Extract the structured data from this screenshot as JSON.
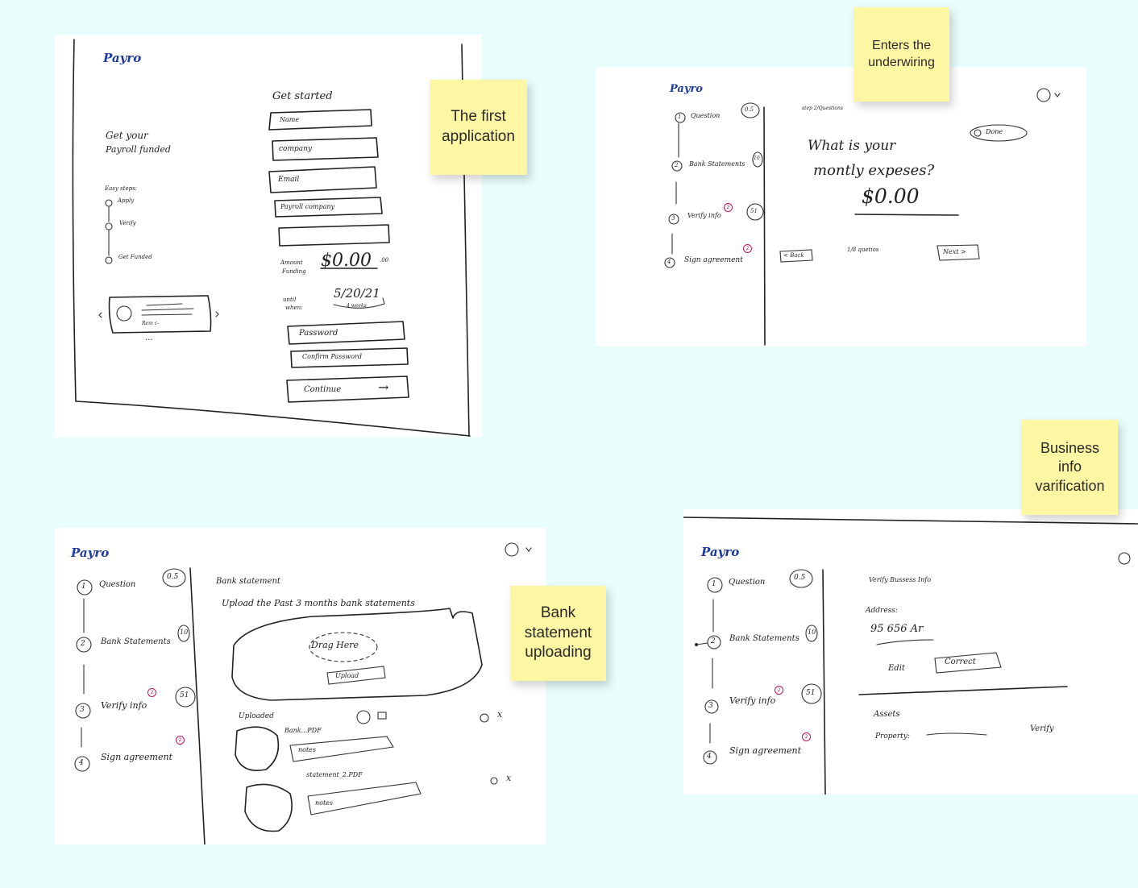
{
  "notes": {
    "first_application": "The first application",
    "underwriting": "Enters the underwiring",
    "bank_upload": "Bank statement uploading",
    "business_info": "Business info varification"
  },
  "brand": "Payro",
  "app": {
    "get_started": "Get started",
    "hero_line1": "Get your",
    "hero_line2": "Payroll funded",
    "easy_steps": "Easy steps:",
    "step_apply": "Apply",
    "step_verify": "Verify",
    "step_get_funded": "Get Funded",
    "carousel_name": "Rem c-",
    "carousel_more": "...",
    "field_name": "Name",
    "field_company": "company",
    "field_email": "Email",
    "field_payroll": "Payroll company",
    "amount_label_1": "Amount",
    "amount_label_2": "Funding",
    "amount_value": "$0.00",
    "amount_cents": ".00",
    "until_label_1": "until",
    "until_label_2": "when:",
    "until_date": "5/20/21",
    "until_weeks": "4 weeks",
    "field_password": "Password",
    "field_confirm": "Confirm Password",
    "continue_label": "Continue",
    "continue_arrow": "→"
  },
  "sidebar": {
    "items": [
      {
        "num": "1",
        "label": "Question",
        "badge": "0.5"
      },
      {
        "num": "2",
        "label": "Bank Statements",
        "badge": "10"
      },
      {
        "num": "3",
        "label": "Verify info",
        "badge": "51",
        "alert": "2"
      },
      {
        "num": "4",
        "label": "Sign agreement",
        "alert": "2"
      }
    ]
  },
  "underwriting": {
    "step_label": "step 2/Questions",
    "done_label": "Done",
    "question_line1": "What is your",
    "question_line2": "montly expeses?",
    "value": "$0.00",
    "back_label": "< Back",
    "progress": "1/8 quetios",
    "next_label": "Next >"
  },
  "bank": {
    "title": "Bank statement",
    "instruction": "Upload the Past 3 months bank statements",
    "drag_here": "Drag Here",
    "upload_button": "Upload",
    "uploaded_label": "Uploaded",
    "files": [
      {
        "name": "Bank...PDF",
        "notes": "notes"
      },
      {
        "name": "statement_2.PDF",
        "notes": "notes"
      }
    ],
    "close": "x"
  },
  "business": {
    "title": "Verify Bussess Info",
    "address_label": "Address:",
    "address_value": "95 656 Ar",
    "edit_label": "Edit",
    "correct_label": "Correct",
    "assets_label": "Assets",
    "property_label": "Property:",
    "verify_label": "Verify"
  }
}
